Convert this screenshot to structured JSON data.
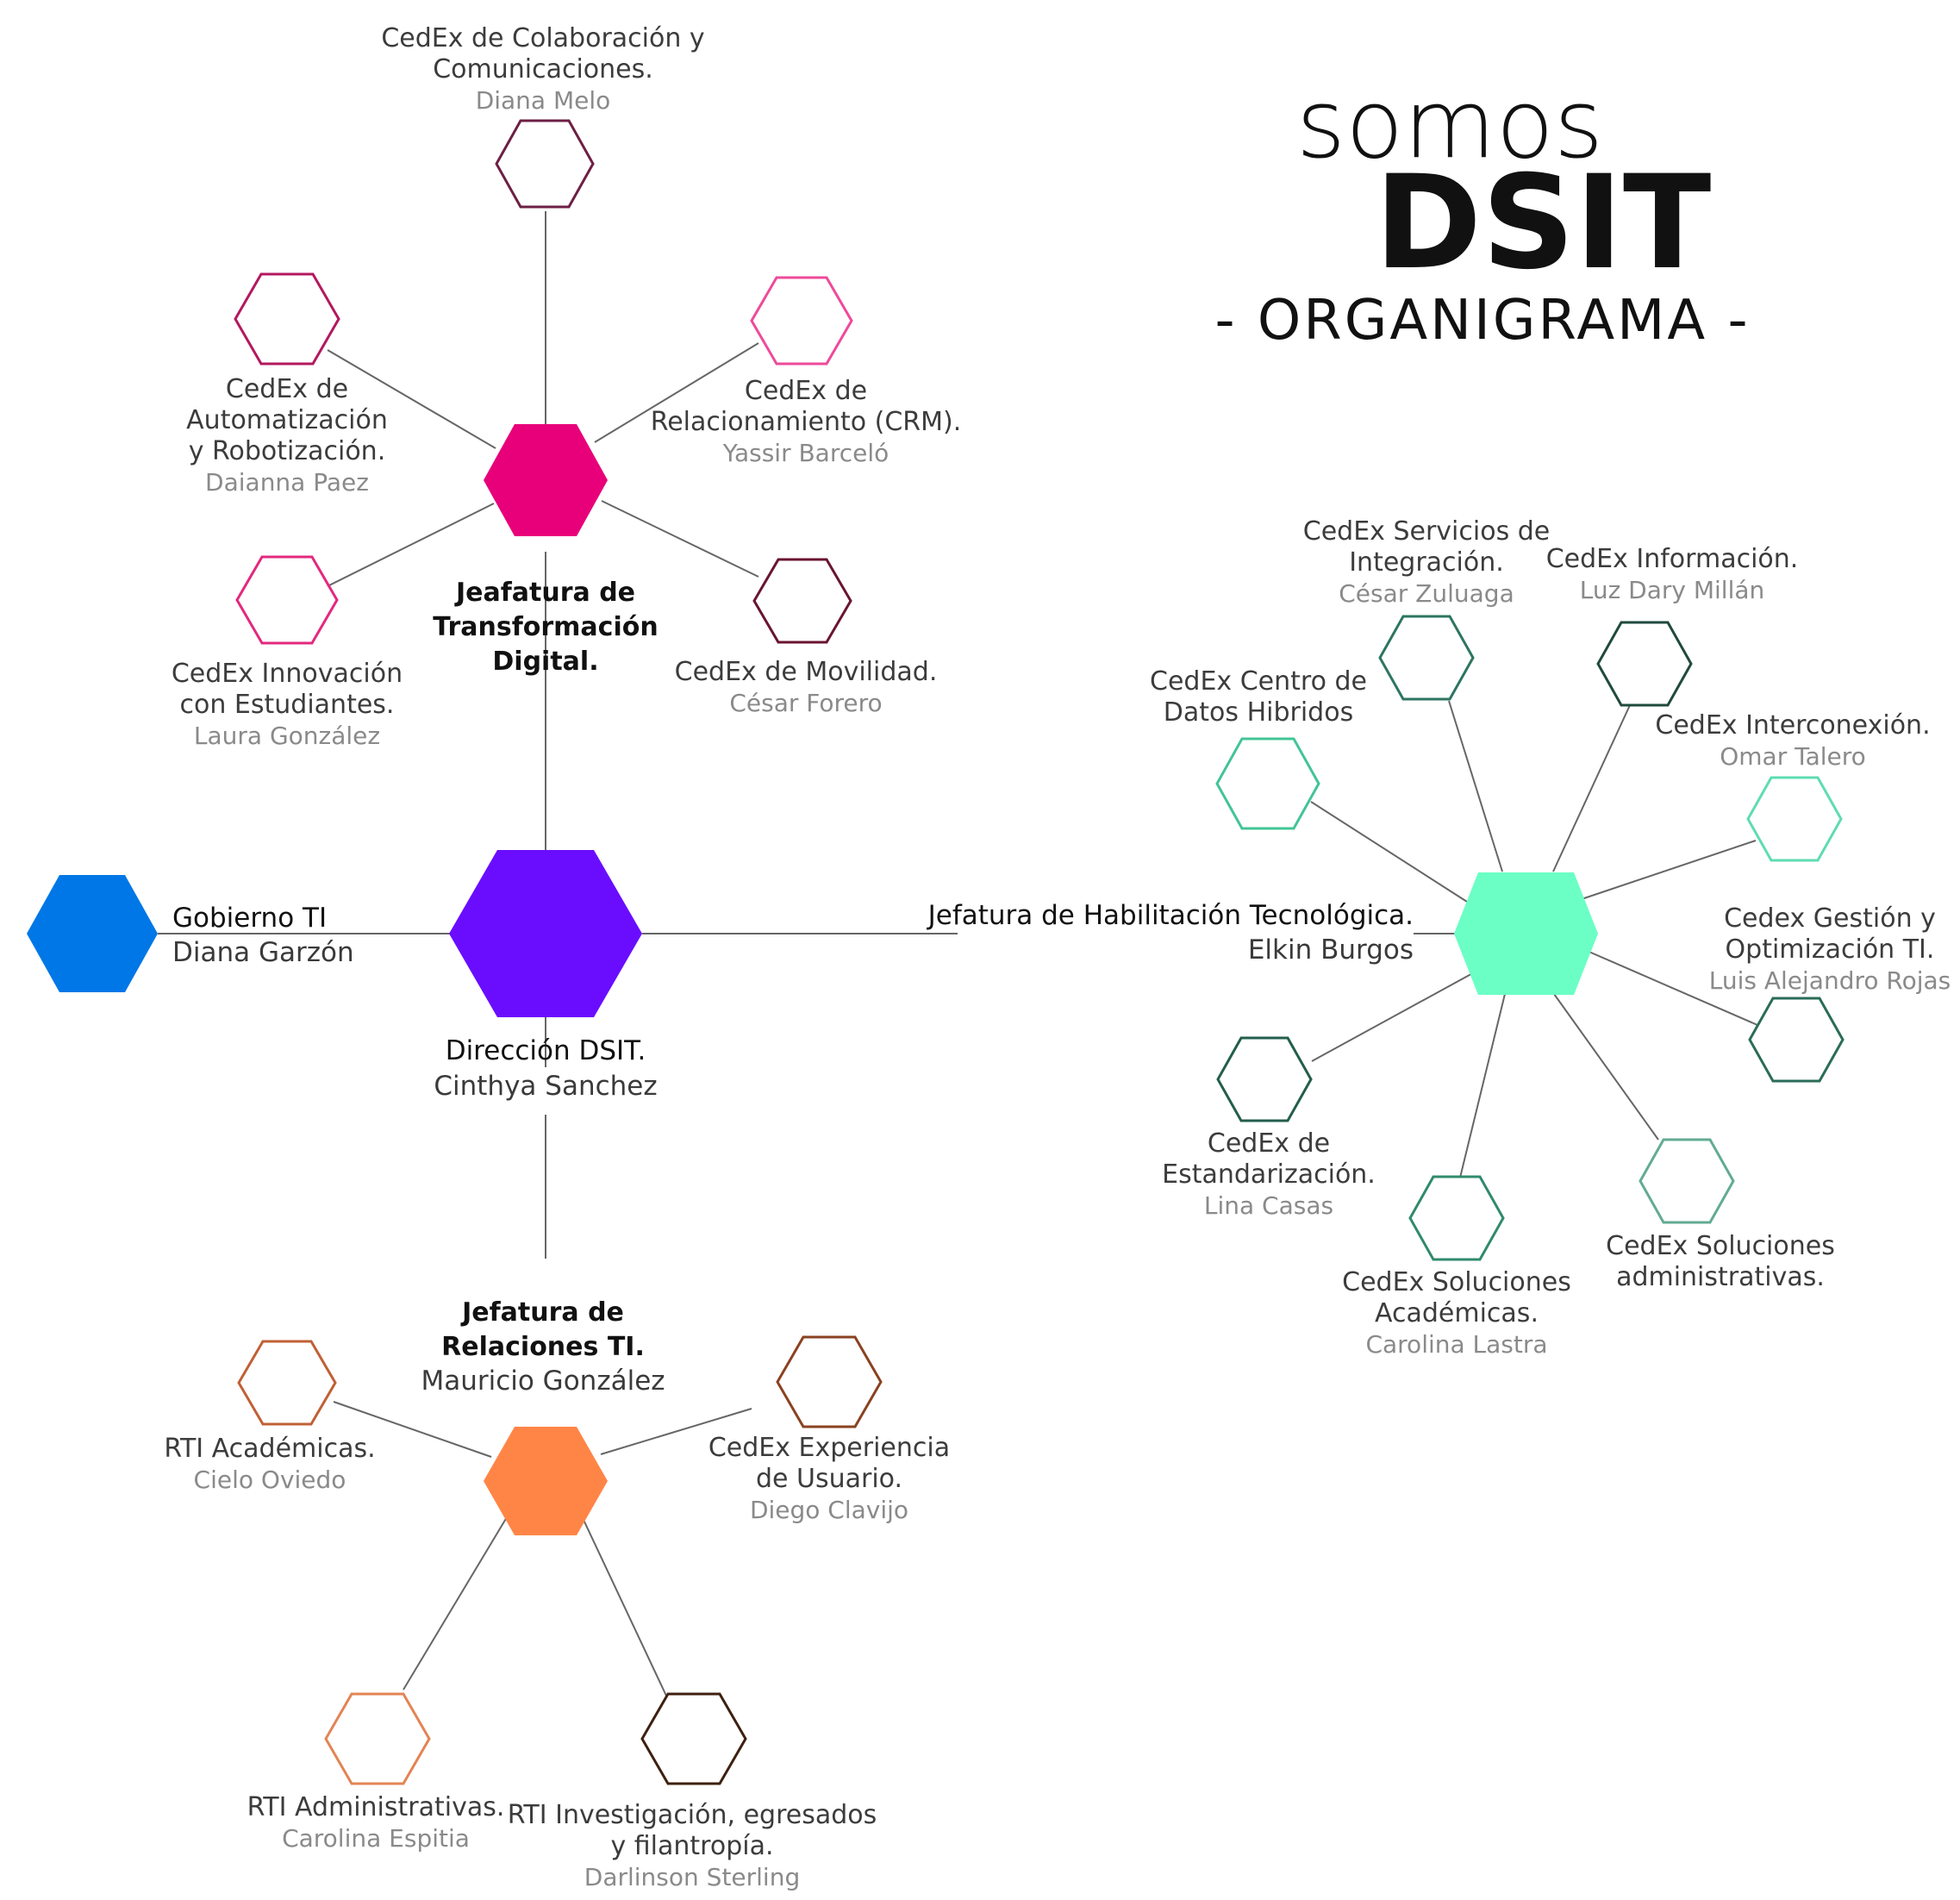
{
  "header": {
    "line1": "somos",
    "line2": "DSIT",
    "line3": "- ORGANIGRAMA -"
  },
  "colors": {
    "direccion": "#6a0dff",
    "gobierno": "#0077e6",
    "transformacion": "#e8007a",
    "habilitacion": "#6bffc5",
    "relaciones": "#ff8547"
  },
  "nodes": {
    "direccion": {
      "title": "Dirección DSIT.",
      "person": "Cinthya Sanchez"
    },
    "gobierno": {
      "title": "Gobierno TI",
      "person": "Diana Garzón"
    },
    "transformacion": {
      "title": [
        "Jeafatura de",
        "Transformación",
        "Digital."
      ]
    },
    "habilitacion": {
      "title": "Jefatura de Habilitación Tecnológica.",
      "person": "Elkin Burgos"
    },
    "relaciones": {
      "title": [
        "Jefatura de",
        "Relaciones TI."
      ],
      "person": "Mauricio González"
    }
  },
  "transformacion_children": {
    "colaboracion": {
      "title": [
        "CedEx de Colaboración y",
        "Comunicaciones."
      ],
      "person": "Diana Melo",
      "color": "#6d1f45"
    },
    "automatizacion": {
      "title": [
        "CedEx de",
        "Automatización",
        "y  Robotización."
      ],
      "person": "Daianna Paez",
      "color": "#b3185f"
    },
    "crm": {
      "title": [
        "CedEx de",
        "Relacionamiento (CRM)."
      ],
      "person": "Yassir Barceló",
      "color": "#ee4a9a"
    },
    "innovacion": {
      "title": [
        "CedEx Innovación",
        "con Estudiantes."
      ],
      "person": "Laura González",
      "color": "#e3287f"
    },
    "movilidad": {
      "title": [
        "CedEx de Movilidad."
      ],
      "person": "César Forero",
      "color": "#6a1431"
    }
  },
  "habilitacion_children": {
    "integracion": {
      "title": [
        "CedEx Servicios de",
        "Integración."
      ],
      "person": "César Zuluaga",
      "color": "#2d7561"
    },
    "informacion": {
      "title": [
        "CedEx Información."
      ],
      "person": "Luz Dary Millán",
      "color": "#1f4a3d"
    },
    "datos": {
      "title": [
        "CedEx Centro de",
        "Datos Hibridos"
      ],
      "color": "#43c496"
    },
    "interconexion": {
      "title": [
        "CedEx Interconexión."
      ],
      "person": "Omar Talero",
      "color": "#5fdcb1"
    },
    "gestion": {
      "title": [
        "Cedex Gestión y",
        "Optimización TI."
      ],
      "person": "Luis Alejandro Rojas",
      "color": "#2a6c58"
    },
    "estandarizacion": {
      "title": [
        "CedEx de",
        "Estandarización."
      ],
      "person": "Lina Casas",
      "color": "#225e4c"
    },
    "academicas": {
      "title": [
        "CedEx Soluciones",
        "Académicas."
      ],
      "person": "Carolina Lastra",
      "color": "#2f8a6e"
    },
    "administrativas": {
      "title": [
        "CedEx Soluciones",
        "administrativas."
      ],
      "color": "#62ab92"
    }
  },
  "relaciones_children": {
    "rti_academicas": {
      "title": [
        "RTI Académicas."
      ],
      "person": "Cielo Oviedo",
      "color": "#c06035"
    },
    "experiencia": {
      "title": [
        "CedEx Experiencia",
        "de Usuario."
      ],
      "person": "Diego Clavijo",
      "color": "#8a4220"
    },
    "rti_admin": {
      "title": [
        "RTI Administrativas."
      ],
      "person": "Carolina Espitia",
      "color": "#e38454"
    },
    "rti_investigacion": {
      "title": [
        "RTI Investigación, egresados",
        "y filantropía."
      ],
      "person": "Darlinson Sterling",
      "color": "#3e2010"
    }
  }
}
